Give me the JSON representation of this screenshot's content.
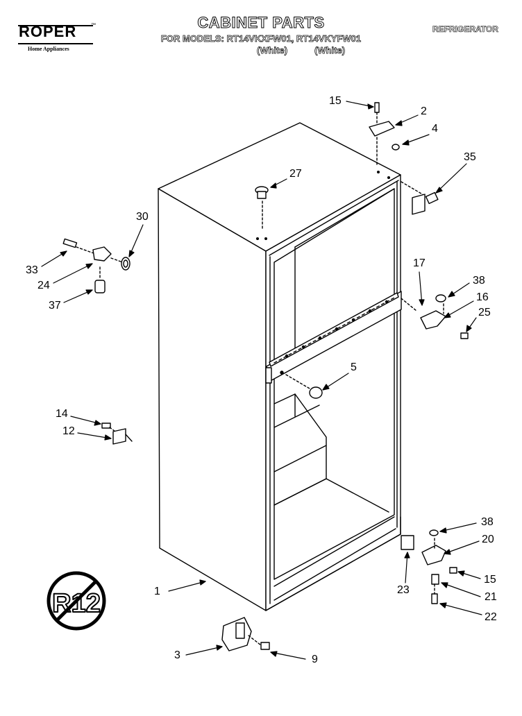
{
  "header": {
    "brand": "ROPER",
    "brand_tm": "™",
    "brand_sub": "Home Appliances",
    "title": "CABINET PARTS",
    "subtitle": "FOR MODELS: RT14VKXFW01, RT14VKYFW01",
    "model_notes": [
      "(White)",
      "(White)"
    ],
    "category": "REFRIGERATOR"
  },
  "symbol": {
    "text": "R12",
    "meaning": "no-r12-icon"
  },
  "callouts": [
    "15",
    "2",
    "4",
    "35",
    "27",
    "30",
    "33",
    "24",
    "37",
    "17",
    "38",
    "16",
    "25",
    "5",
    "14",
    "12",
    "38",
    "20",
    "15",
    "21",
    "22",
    "23",
    "1",
    "3",
    "9"
  ]
}
